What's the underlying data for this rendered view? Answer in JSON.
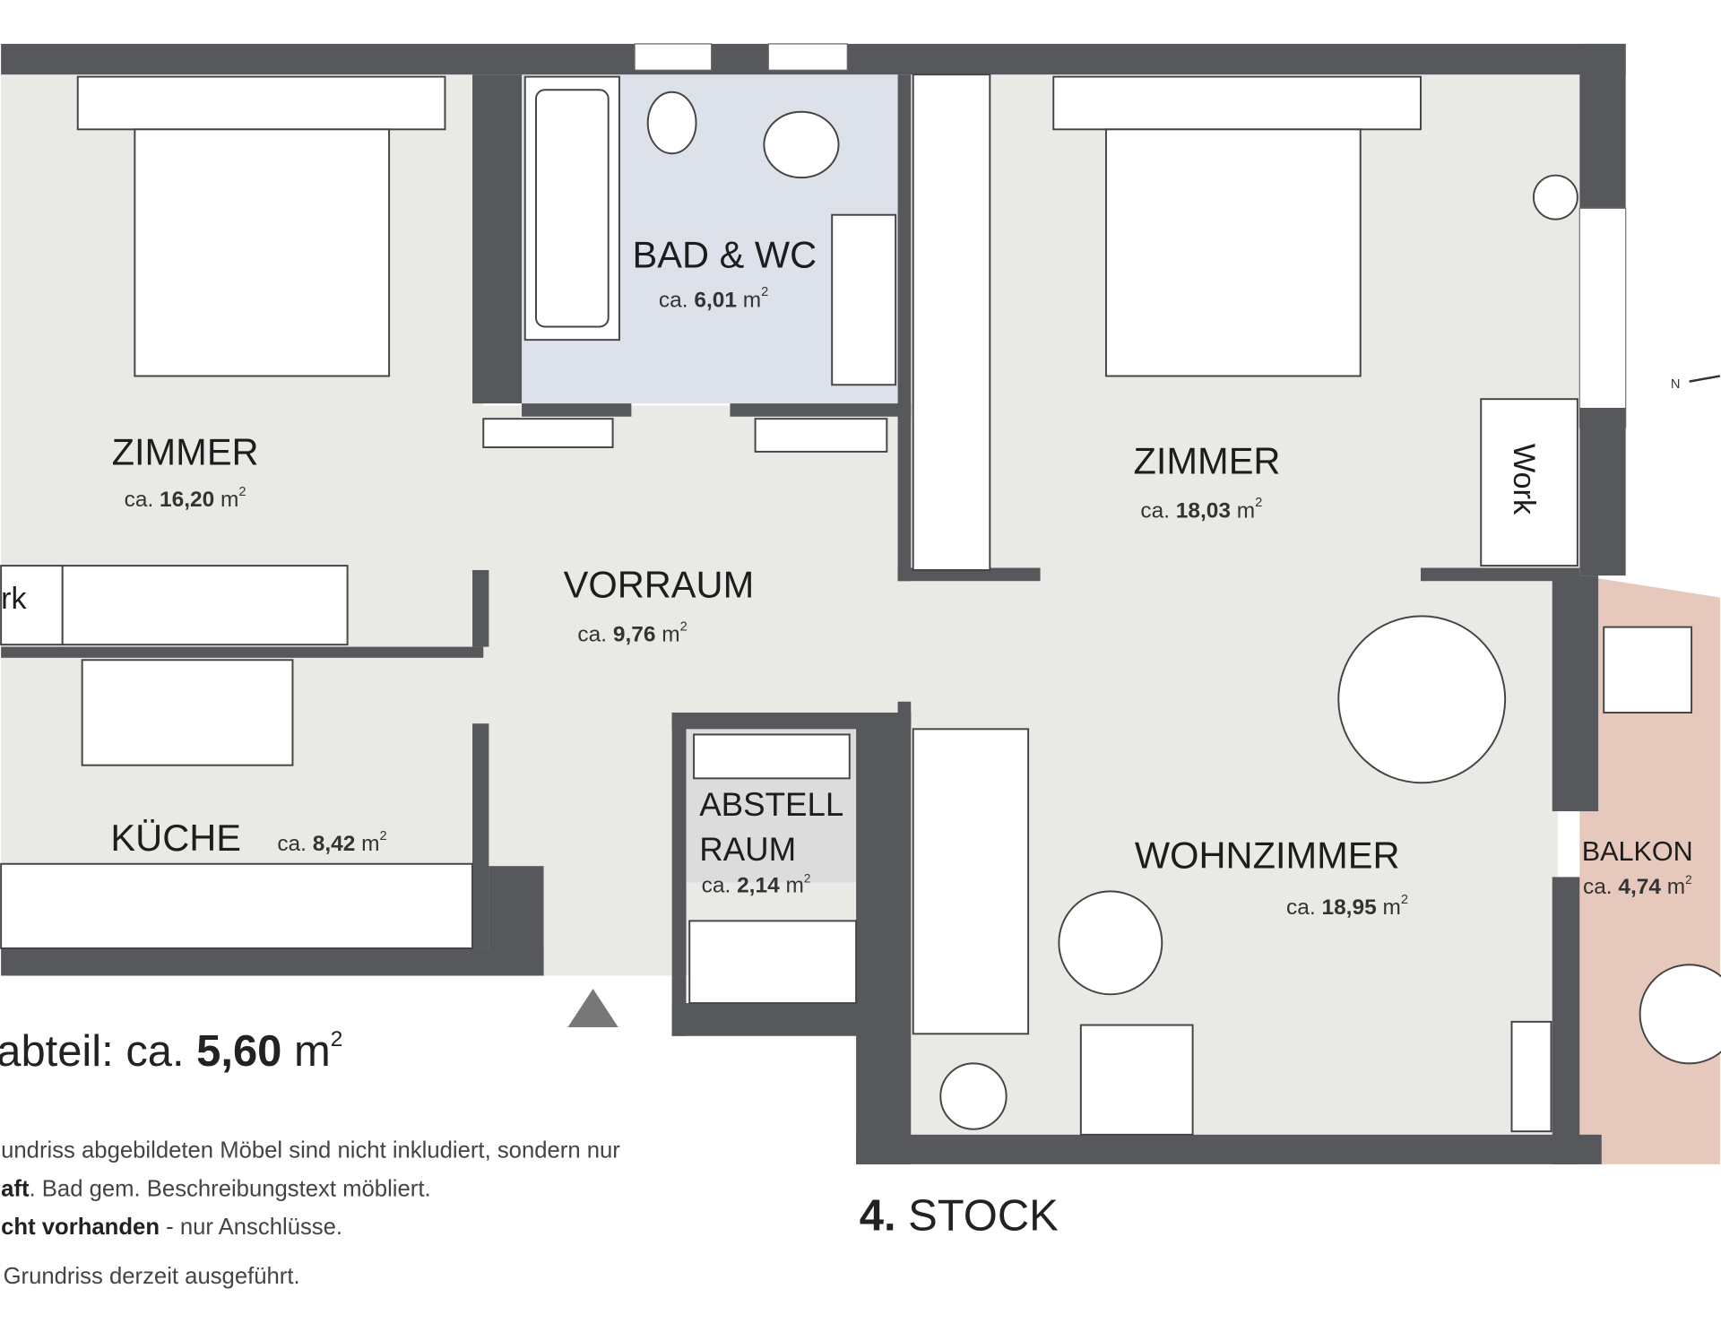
{
  "units": {
    "prefix": "ca.",
    "unit": "m",
    "exponent": "2"
  },
  "rooms": [
    {
      "name": "ZIMMER",
      "area": "16,20"
    },
    {
      "name": "BAD & WC",
      "area": "6,01"
    },
    {
      "name": "ZIMMER",
      "area": "18,03"
    },
    {
      "name": "VORRAUM",
      "area": "9,76"
    },
    {
      "name": "KÜCHE",
      "area": "8,42"
    },
    {
      "name_line1": "ABSTELL",
      "name_line2": "RAUM",
      "area": "2,14"
    },
    {
      "name": "WOHNZIMMER",
      "area": "18,95"
    },
    {
      "name": "BALKON",
      "area": "4,74"
    }
  ],
  "furniture_labels": {
    "work_right": "Work",
    "work_left": "rk"
  },
  "cellar": {
    "label": "abteil: ca.",
    "area": "5,60"
  },
  "floor_label": {
    "number": "4.",
    "text": "STOCK"
  },
  "compass": {
    "north": "N"
  },
  "notes": [
    {
      "plain": "undriss abgebildeten Möbel sind nicht inkludiert, sondern nur"
    },
    {
      "bold": "aft",
      "plain": ". Bad gem. Beschreibungstext möbliert."
    },
    {
      "bold": "cht vorhanden",
      "plain": " - nur Anschlüsse."
    },
    {
      "plain": "Grundriss derzeit ausgeführt."
    }
  ],
  "colors": {
    "wall": "#56585b",
    "floor": "#e9eae5",
    "bath": "#dde2ea",
    "balcony": "#e6c9bc",
    "storage": "#dcdcdc"
  }
}
